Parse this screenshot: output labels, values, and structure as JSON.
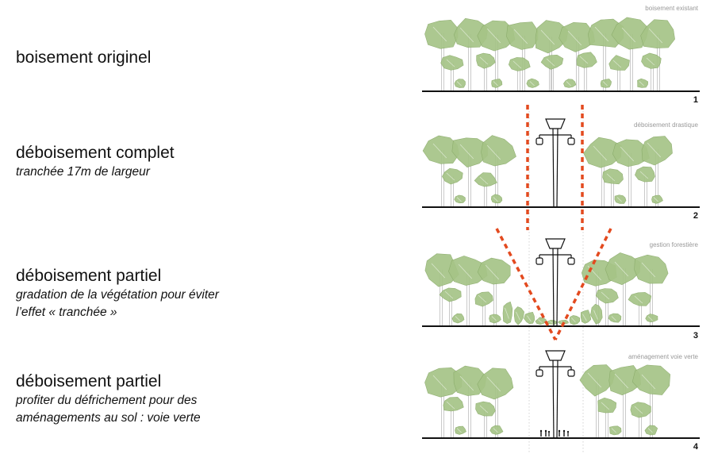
{
  "colors": {
    "foliage": "#a6c487",
    "foliage_edge": "#8aab6a",
    "trunk": "#bdbdbd",
    "ground": "#111111",
    "limit_lines": "#e34a1f",
    "pylon": "#111111"
  },
  "stages": [
    {
      "title": "boisement originel",
      "subtitle": [],
      "caption": "boisement existant",
      "number": "1"
    },
    {
      "title": "déboisement complet",
      "subtitle": [
        "tranchée 17m de largeur"
      ],
      "caption": "déboisement drastique",
      "number": "2"
    },
    {
      "title": "déboisement partiel",
      "subtitle": [
        "gradation de la végétation pour éviter",
        "l’effet « tranchée »"
      ],
      "caption": "gestion forestière",
      "number": "3"
    },
    {
      "title": "déboisement partiel",
      "subtitle": [
        "profiter du défrichement pour des",
        "aménagements au sol : voie verte"
      ],
      "caption": "aménagement voie verte",
      "number": "4"
    }
  ],
  "pylon_icon": "power-line-pylon",
  "people_icon": "pedestrians-cyclists"
}
